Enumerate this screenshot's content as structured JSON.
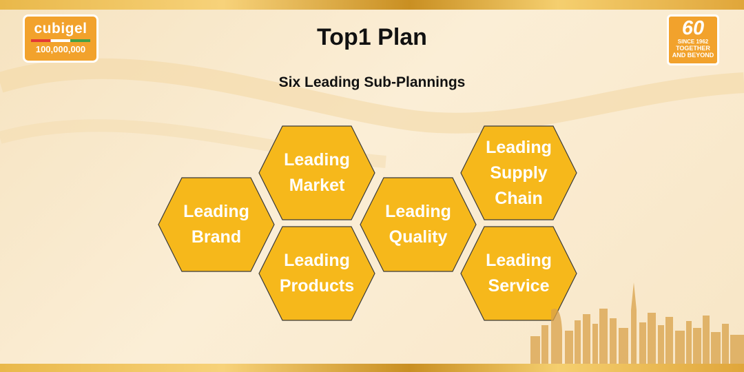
{
  "header": {
    "title": "Top1 Plan",
    "subtitle": "Six Leading Sub-Plannings"
  },
  "logo_left": {
    "brand": "cubigel",
    "count": "100,000,000"
  },
  "logo_right": {
    "sixty": "60",
    "since": "SINCE 1962",
    "tag1": "TOGETHER",
    "tag2": "AND BEYOND"
  },
  "hexagons": [
    {
      "line1": "Leading",
      "line2": "Brand",
      "line3": ""
    },
    {
      "line1": "Leading",
      "line2": "Market",
      "line3": ""
    },
    {
      "line1": "Leading",
      "line2": "Products",
      "line3": ""
    },
    {
      "line1": "Leading",
      "line2": "Quality",
      "line3": ""
    },
    {
      "line1": "Leading",
      "line2": "Supply",
      "line3": "Chain"
    },
    {
      "line1": "Leading",
      "line2": "Service",
      "line3": ""
    }
  ],
  "colors": {
    "hex_fill": "#f6b81b",
    "hex_stroke": "#3a3a3a",
    "logo_orange": "#f2a22c"
  }
}
